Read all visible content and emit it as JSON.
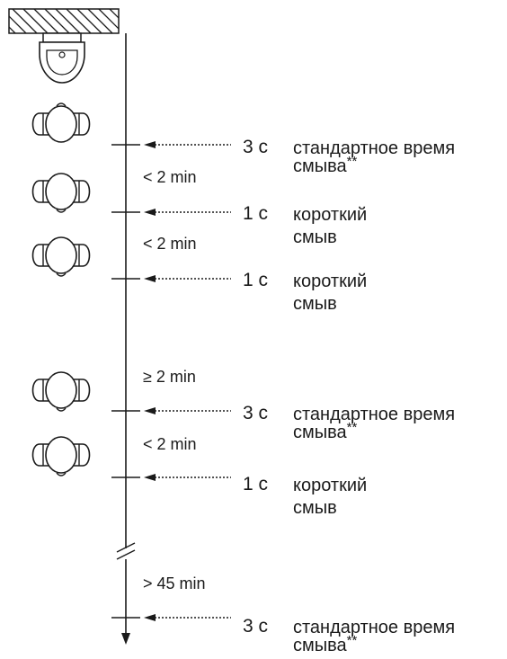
{
  "intervals": [
    "< 2 min",
    "< 2 min",
    "≥ 2 min",
    "< 2 min",
    "> 45 min"
  ],
  "flush_events": [
    {
      "duration": "3 с",
      "label_line1": "стандартное время",
      "label_line2": "смыва",
      "marker": "**"
    },
    {
      "duration": "1 с",
      "label_line1": "короткий",
      "label_line2": "смыв",
      "marker": ""
    },
    {
      "duration": "1 с",
      "label_line1": "короткий",
      "label_line2": "смыв",
      "marker": ""
    },
    {
      "duration": "3 с",
      "label_line1": "стандартное время",
      "label_line2": "смыва",
      "marker": "**"
    },
    {
      "duration": "1 с",
      "label_line1": "короткий",
      "label_line2": "смыв",
      "marker": ""
    },
    {
      "duration": "3 с",
      "label_line1": "стандартное время",
      "label_line2": "смыва",
      "marker": "**"
    }
  ],
  "icons": {
    "ceiling": "wall-hatch-icon",
    "sensor": "urinal-sensor-icon",
    "person": "person-top-view-icon"
  },
  "colors": {
    "line": "#1a1a1a",
    "background": "#ffffff"
  }
}
